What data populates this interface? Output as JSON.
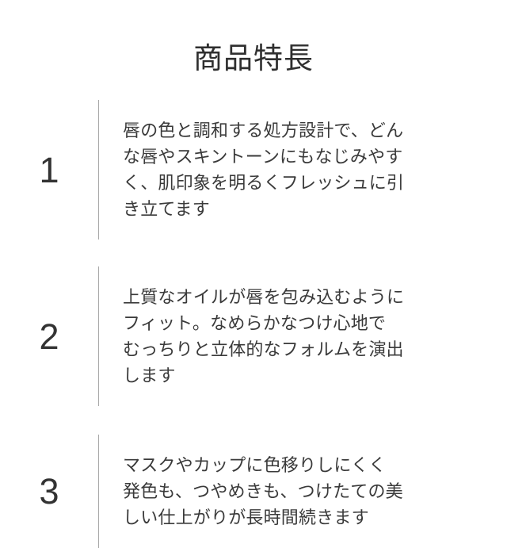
{
  "page": {
    "background_color": "#ffffff",
    "title": "商品特長",
    "title_color": "#2f2f2f",
    "body_text_color": "#3a3a3a",
    "divider_color": "#a8a8a8",
    "number_color": "#333333"
  },
  "features": [
    {
      "number": "1",
      "text": "唇の色と調和する処方設計で、どん\nな唇やスキントーンにもなじみやす\nく、肌印象を明るくフレッシュに引\nき立てます"
    },
    {
      "number": "2",
      "text": "上質なオイルが唇を包み込むように\nフィット。なめらかなつけ心地で\nむっちりと立体的なフォルムを演出\nします"
    },
    {
      "number": "3",
      "text": "マスクやカップに色移りしにくく\n発色も、つやめきも、つけたての美\nしい仕上がりが長時間続きます"
    }
  ]
}
